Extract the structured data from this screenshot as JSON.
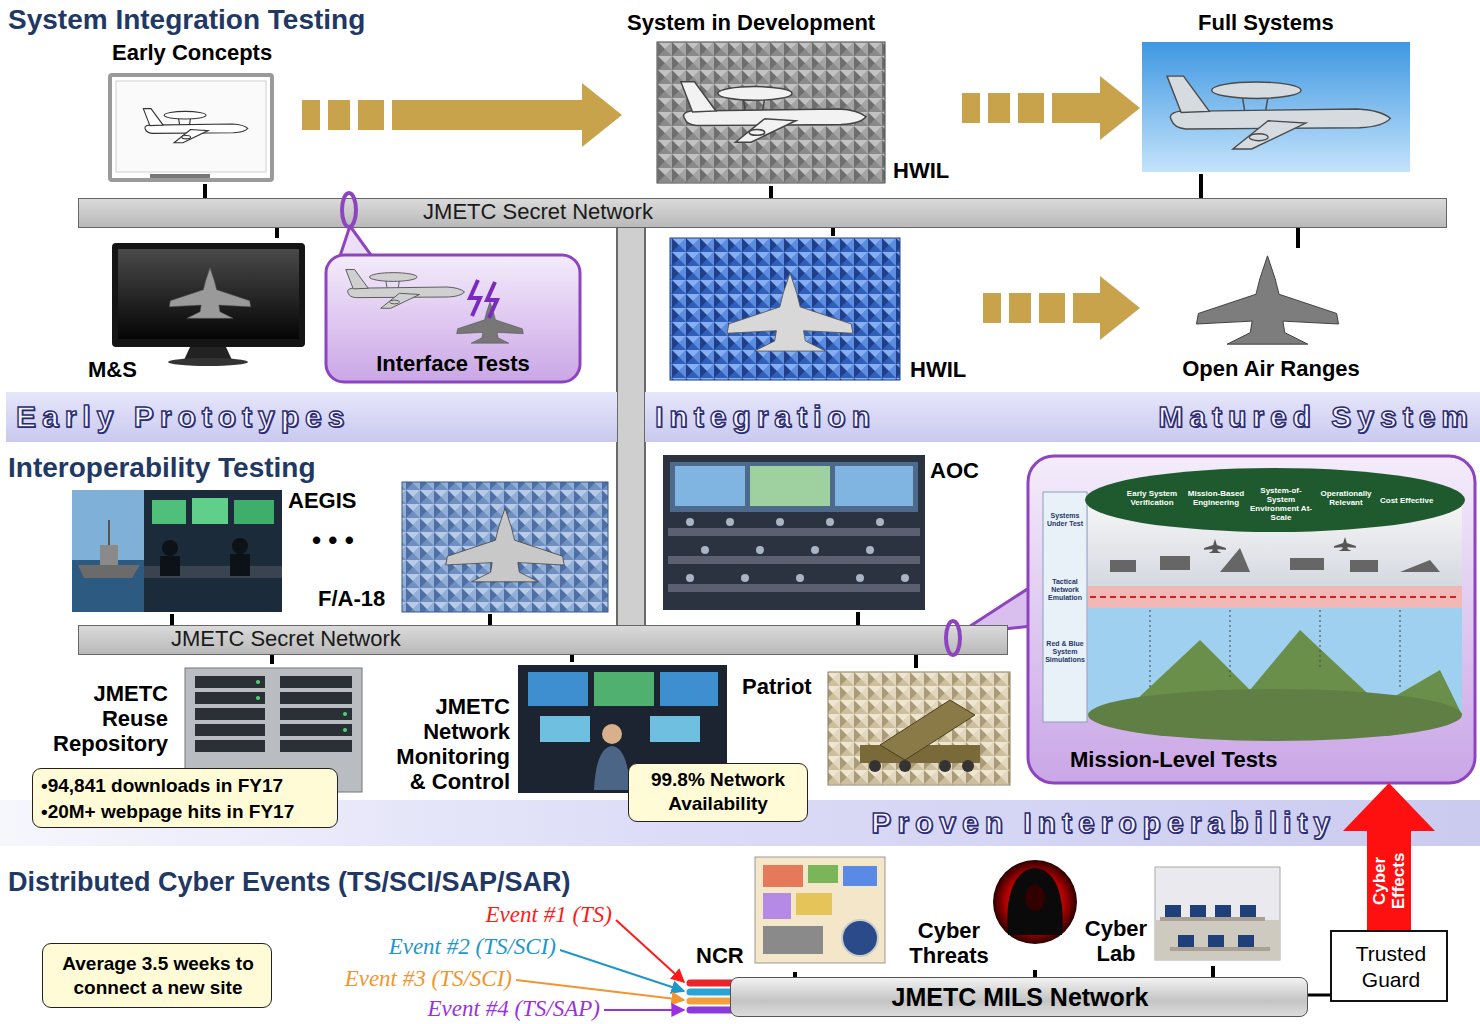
{
  "diagram": {
    "nodes": [
      {
        "text": [
          "Early Concepts"
        ]
      },
      {
        "text": [
          "System in Development",
          "HWIL"
        ]
      },
      {
        "text": [
          "Full Systems"
        ]
      },
      {
        "text": [
          "JMETC Secret Network"
        ]
      },
      {
        "text": [
          "M&S"
        ]
      },
      {
        "text": [
          "Interface Tests"
        ]
      },
      {
        "text": [
          "HWIL"
        ]
      },
      {
        "text": [
          "Open Air Ranges"
        ]
      },
      {
        "text": [
          "Early Prototypes"
        ]
      },
      {
        "text": [
          "Integration",
          "Matured System"
        ]
      },
      {
        "text": [
          "AEGIS"
        ]
      },
      {
        "text": [
          "F/A-18"
        ]
      },
      {
        "text": [
          "AOC"
        ]
      },
      {
        "text": [
          "Mission-Level Tests"
        ]
      },
      {
        "text": [
          "JMETC Secret Network"
        ]
      },
      {
        "text": [
          "JMETC Reuse Repository"
        ]
      },
      {
        "text": [
          "•94,841 downloads in FY17",
          "•20M+ webpage hits in FY17"
        ]
      },
      {
        "text": [
          "JMETC Network Monitoring & Control"
        ]
      },
      {
        "text": [
          "99.8% Network Availability"
        ]
      },
      {
        "text": [
          "Patriot"
        ]
      },
      {
        "text": [
          "Proven Interoperability"
        ]
      },
      {
        "text": [
          "Average 3.5 weeks to connect a new site"
        ]
      },
      {
        "text": [
          "NCR"
        ]
      },
      {
        "text": [
          "Cyber Threats"
        ]
      },
      {
        "text": [
          "Cyber Lab"
        ]
      },
      {
        "text": [
          "JMETC MILS Network"
        ]
      },
      {
        "text": [
          "Trusted Guard"
        ]
      }
    ],
    "edges": [
      {
        "from": 0,
        "to": 1,
        "arrow": "to"
      },
      {
        "from": 1,
        "to": 2,
        "arrow": "to"
      },
      {
        "from": 6,
        "to": 7,
        "arrow": "to"
      },
      {
        "from": 0,
        "to": 3,
        "arrow": "none"
      },
      {
        "from": 1,
        "to": 3,
        "arrow": "none"
      },
      {
        "from": 2,
        "to": 3,
        "arrow": "none"
      },
      {
        "from": 3,
        "to": 4,
        "arrow": "none"
      },
      {
        "from": 3,
        "to": 6,
        "arrow": "none"
      },
      {
        "from": 3,
        "to": 7,
        "arrow": "none"
      },
      {
        "from": 3,
        "to": 14,
        "arrow": "none"
      },
      {
        "from": 10,
        "to": 14,
        "arrow": "none"
      },
      {
        "from": 11,
        "to": 14,
        "arrow": "none"
      },
      {
        "from": 12,
        "to": 14,
        "arrow": "none"
      },
      {
        "from": 14,
        "to": 15,
        "arrow": "none"
      },
      {
        "from": 14,
        "to": 17,
        "arrow": "none"
      },
      {
        "from": 14,
        "to": 19,
        "arrow": "none"
      },
      {
        "from": 22,
        "to": 25,
        "arrow": "none"
      },
      {
        "from": 23,
        "to": 25,
        "arrow": "none"
      },
      {
        "from": 24,
        "to": 25,
        "arrow": "none"
      },
      {
        "from": 25,
        "to": 26,
        "arrow": "none"
      },
      {
        "from": 26,
        "to": 13,
        "label": "Cyber Effects",
        "arrow": "to"
      }
    ],
    "labels": [
      "System Integration Testing",
      "Interoperability Testing",
      "• • •",
      "Early System Verification",
      "Mission-Based Engineering",
      "System-of-System Environment At-Scale",
      "Operationally Relevant",
      "Cost Effective",
      "Systems Under Test",
      "Tactical Network Emulation",
      "Red & Blue System Simulations",
      "Distributed Cyber Events (TS/SCI/SAP/SAR)",
      "Event #1 (TS)",
      "Event #2 (TS/SCI)",
      "Event #3 (TS/SCI)",
      "Event #4 (TS/SAP)"
    ]
  }
}
